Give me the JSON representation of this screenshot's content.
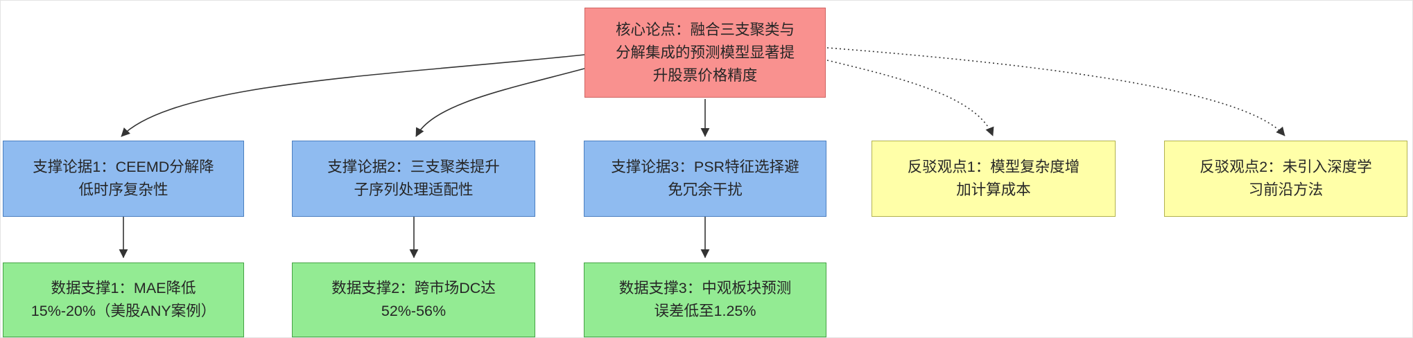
{
  "diagram": {
    "title": "argument-map-stock-prediction",
    "nodes": {
      "core": {
        "id": "core",
        "lines": [
          "核心论点：融合三支聚类与",
          "分解集成的预测模型显著提",
          "升股票价格精度"
        ]
      },
      "supports": [
        {
          "id": "support-1",
          "lines": [
            "支撑论据1：CEEMD分解降",
            "低时序复杂性"
          ]
        },
        {
          "id": "support-2",
          "lines": [
            "支撑论据2：三支聚类提升",
            "子序列处理适配性"
          ]
        },
        {
          "id": "support-3",
          "lines": [
            "支撑论据3：PSR特征选择避",
            "免冗余干扰"
          ]
        }
      ],
      "counters": [
        {
          "id": "counter-1",
          "lines": [
            "反驳观点1：模型复杂度增",
            "加计算成本"
          ]
        },
        {
          "id": "counter-2",
          "lines": [
            "反驳观点2：未引入深度学",
            "习前沿方法"
          ]
        }
      ],
      "data_points": [
        {
          "id": "data-1",
          "lines": [
            "数据支撑1：MAE降低",
            "15%-20%（美股ANY案例）"
          ]
        },
        {
          "id": "data-2",
          "lines": [
            "数据支撑2：跨市场DC达",
            "52%-56%"
          ]
        },
        {
          "id": "data-3",
          "lines": [
            "数据支撑3：中观板块预测",
            "误差低至1.25%"
          ]
        }
      ]
    },
    "edges": [
      {
        "from": "core",
        "to": "support-1",
        "style": "solid"
      },
      {
        "from": "core",
        "to": "support-2",
        "style": "solid"
      },
      {
        "from": "core",
        "to": "support-3",
        "style": "solid"
      },
      {
        "from": "core",
        "to": "counter-1",
        "style": "dotted"
      },
      {
        "from": "core",
        "to": "counter-2",
        "style": "dotted"
      },
      {
        "from": "support-1",
        "to": "data-1",
        "style": "solid"
      },
      {
        "from": "support-2",
        "to": "data-2",
        "style": "solid"
      },
      {
        "from": "support-3",
        "to": "data-3",
        "style": "solid"
      }
    ]
  },
  "colors": {
    "core-fill": "#f9918f",
    "core-border": "#cf6361",
    "support-fill": "#8fbbf0",
    "support-border": "#4a7ebf",
    "counter-fill": "#ffffa8",
    "counter-border": "#b2b24d",
    "data-fill": "#93eb93",
    "data-border": "#44a244",
    "edge": "#333333"
  }
}
